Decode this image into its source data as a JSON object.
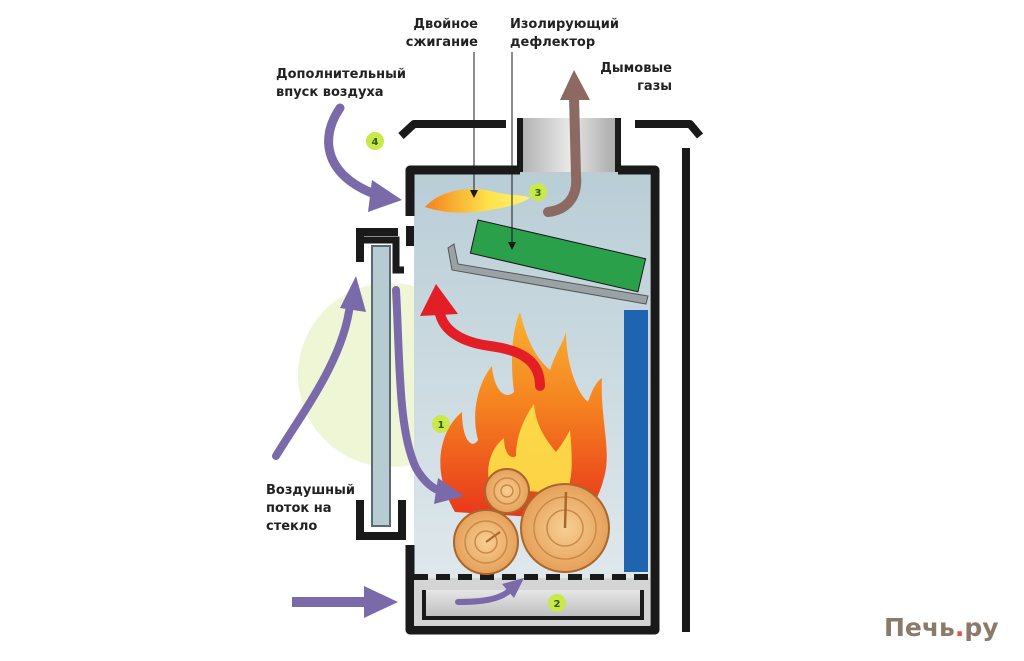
{
  "labels": {
    "double_combustion": [
      "Двойное",
      "сжигание"
    ],
    "insulating_deflector": [
      "Изолирующий",
      "дефлектор"
    ],
    "extra_air_intake": [
      "Дополнительный",
      "впуск воздуха"
    ],
    "flue_gases": [
      "Дымовые",
      "газы"
    ],
    "glass_airflow": [
      "Воздушный",
      "поток на",
      "стекло"
    ]
  },
  "markers": [
    "1",
    "2",
    "3",
    "4"
  ],
  "brand": {
    "text_main": "Печь",
    "text_dot": ".",
    "text_tld": "ру"
  },
  "colors": {
    "stove_body": "#1a1a1a",
    "chamber_fill": "#c9d8df",
    "air_arrows": "#7a6aaa",
    "hot_gas_arrow": "#e41e26",
    "smoke_arrow": "#8c6a62",
    "deflector": "#2ba04a",
    "side_insulation": "#1e64b0",
    "marker_fill": "#c9e84a",
    "glow": "#eef6d6",
    "flame_outer": "#f5821f",
    "flame_inner": "#fde24a",
    "wood": "#f0b06a",
    "brand_text": "#8a7a6a",
    "brand_accent": "#e8533a"
  },
  "icons": [
    "flame-icon",
    "logs-icon"
  ]
}
